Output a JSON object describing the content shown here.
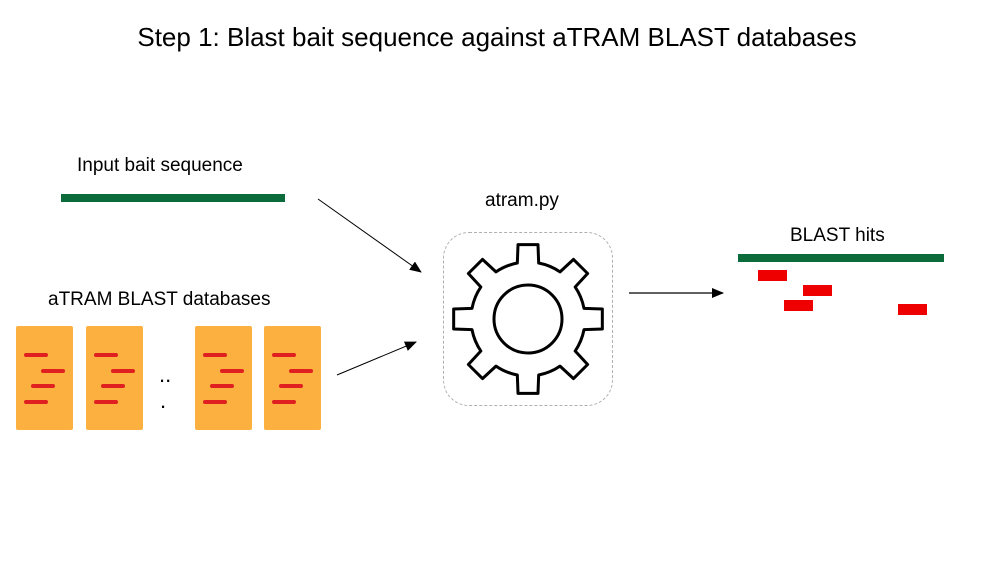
{
  "title": "Step 1: Blast bait sequence against aTRAM BLAST databases",
  "input": {
    "label": "Input bait sequence"
  },
  "databases": {
    "label": "aTRAM BLAST databases",
    "ellipsis": "..",
    "ellipsis_dot": "."
  },
  "tool": {
    "label": "atram.py",
    "icon": "gear-icon"
  },
  "output": {
    "label": "BLAST hits"
  },
  "colors": {
    "sequence": "#0b6b3a",
    "database": "#fbb040",
    "dash": "#e02020",
    "hit": "#ee0000"
  }
}
